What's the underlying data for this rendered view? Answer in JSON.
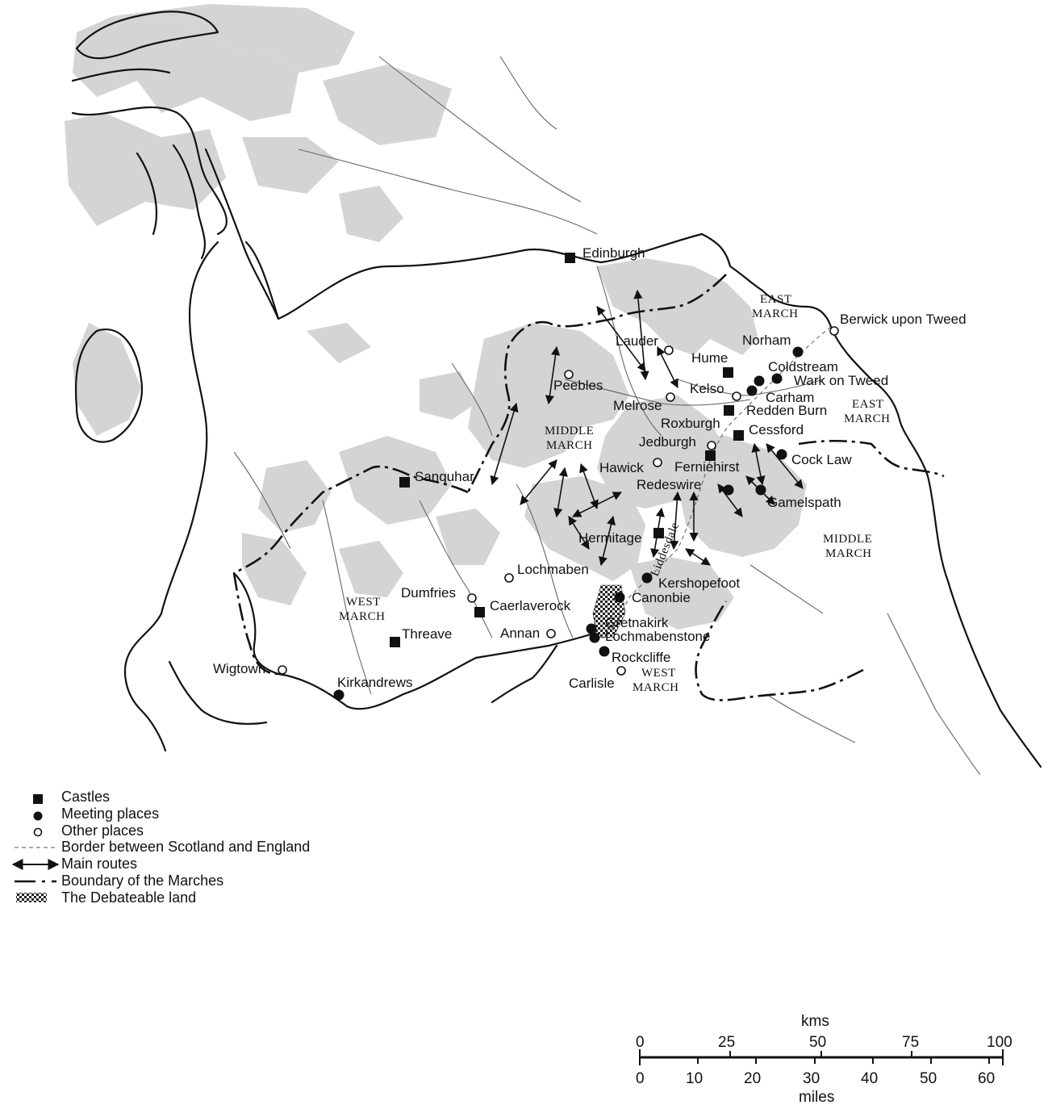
{
  "places": {
    "castles": [
      "Edinburgh",
      "Hume",
      "Roxburgh",
      "Cessford",
      "Ferniehirst",
      "Sanquhar",
      "Hermitage",
      "Caerlaverock",
      "Threave"
    ],
    "meeting": [
      "Norham",
      "Coldstream",
      "Wark on Tweed",
      "Carham",
      "Redden Burn",
      "Cock Law",
      "Redeswire",
      "Gamelspath",
      "Kershopefoot",
      "Canonbie",
      "Gretnakirk",
      "Lochmabenstone",
      "Rockcliffe",
      "Kirkandrews"
    ],
    "other": [
      "Berwick upon Tweed",
      "Lauder",
      "Peebles",
      "Melrose",
      "Kelso",
      "Jedburgh",
      "Hawick",
      "Lochmaben",
      "Dumfries",
      "Annan",
      "Carlisle",
      "Wigtown"
    ]
  },
  "labels": {
    "edinburgh": "Edinburgh",
    "berwick": "Berwick upon Tweed",
    "norham": "Norham",
    "coldstream": "Coldstream",
    "wark": "Wark on Tweed",
    "carham": "Carham",
    "redden": "Redden Burn",
    "hume": "Hume",
    "kelso": "Kelso",
    "lauder": "Lauder",
    "peebles": "Peebles",
    "melrose": "Melrose",
    "roxburgh": "Roxburgh",
    "cessford": "Cessford",
    "jedburgh": "Jedburgh",
    "cocklaw": "Cock Law",
    "hawick": "Hawick",
    "ferniehirst": "Ferniehirst",
    "redeswire": "Redeswire",
    "gamelspath": "Gamelspath",
    "sanquhar": "Sanquhar",
    "hermitage": "Hermitage",
    "liddesdale": "Liddesdale",
    "lochmaben": "Lochmaben",
    "kershopefoot": "Kershopefoot",
    "dumfries": "Dumfries",
    "canonbie": "Canonbie",
    "caerlaverock": "Caerlaverock",
    "gretnakirk": "Gretnakirk",
    "lochmabenstone": "Lochmabenstone",
    "annan": "Annan",
    "threave": "Threave",
    "rockcliffe": "Rockcliffe",
    "wigtown": "Wigtown",
    "carlisle": "Carlisle",
    "kirkandrews": "Kirkandrews"
  },
  "marches": {
    "east_march_scot": [
      "EAST",
      "MARCH"
    ],
    "east_march_eng": [
      "EAST",
      "MARCH"
    ],
    "middle_march_scot": [
      "MIDDLE",
      "MARCH"
    ],
    "middle_march_eng": [
      "MIDDLE",
      "MARCH"
    ],
    "west_march_scot": [
      "WEST",
      "MARCH"
    ],
    "west_march_eng": [
      "WEST",
      "MARCH"
    ]
  },
  "legend": {
    "castles": "Castles",
    "meeting": "Meeting places",
    "other": "Other places",
    "border": "Border between Scotland and England",
    "routes": "Main routes",
    "boundary": "Boundary of the Marches",
    "debateable": "The Debateable land"
  },
  "scale": {
    "kms_label": "kms",
    "miles_label": "miles",
    "kms_ticks": [
      "0",
      "25",
      "50",
      "75",
      "100"
    ],
    "miles_ticks": [
      "0",
      "10",
      "20",
      "30",
      "40",
      "50",
      "60"
    ]
  },
  "colors": {
    "hills": "#d4d4d4",
    "ink": "#111111",
    "river": "#666666"
  }
}
